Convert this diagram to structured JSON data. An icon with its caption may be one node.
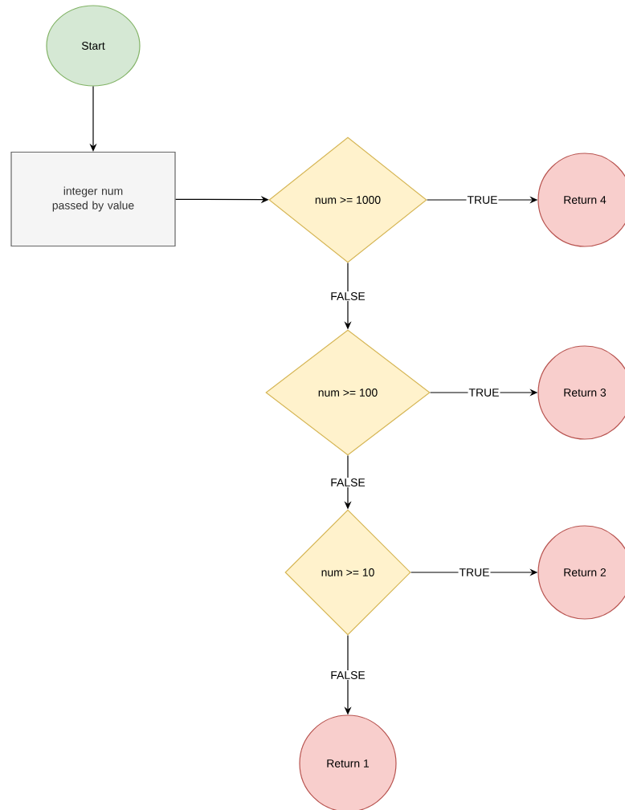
{
  "diagram": {
    "nodes": [
      {
        "text": [
          "Start"
        ]
      },
      {
        "text": [
          "integer num passed by value"
        ]
      },
      {
        "text": [
          "num >= 1000"
        ]
      },
      {
        "text": [
          "Return 4"
        ]
      },
      {
        "text": [
          "num >= 100"
        ]
      },
      {
        "text": [
          "Return 3"
        ]
      },
      {
        "text": [
          "num >= 10"
        ]
      },
      {
        "text": [
          "Return 2"
        ]
      },
      {
        "text": [
          "Return 1"
        ]
      }
    ],
    "edges": [
      {
        "from": 0,
        "to": 1,
        "arrow": "to"
      },
      {
        "from": 1,
        "to": 2,
        "arrow": "to"
      },
      {
        "from": 2,
        "to": 3,
        "arrow": "to",
        "label": "TRUE"
      },
      {
        "from": 2,
        "to": 4,
        "arrow": "to",
        "label": "FALSE"
      },
      {
        "from": 4,
        "to": 5,
        "arrow": "to",
        "label": "TRUE"
      },
      {
        "from": 4,
        "to": 6,
        "arrow": "to",
        "label": "FALSE"
      },
      {
        "from": 6,
        "to": 7,
        "arrow": "to",
        "label": "TRUE"
      },
      {
        "from": 6,
        "to": 8,
        "arrow": "to",
        "label": "FALSE"
      }
    ]
  }
}
